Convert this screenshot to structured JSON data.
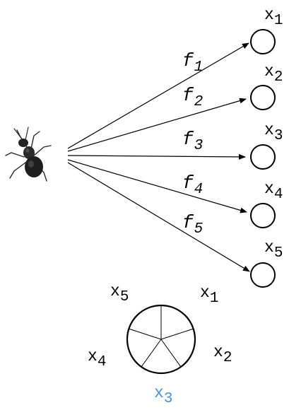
{
  "ant": {
    "icon": "ant-icon"
  },
  "edges": [
    {
      "f_letter": "f",
      "f_sub": "1",
      "x_letter": "x",
      "x_sub": "1"
    },
    {
      "f_letter": "f",
      "f_sub": "2",
      "x_letter": "x",
      "x_sub": "2"
    },
    {
      "f_letter": "f",
      "f_sub": "3",
      "x_letter": "x",
      "x_sub": "3"
    },
    {
      "f_letter": "f",
      "f_sub": "4",
      "x_letter": "x",
      "x_sub": "4"
    },
    {
      "f_letter": "f",
      "f_sub": "5",
      "x_letter": "x",
      "x_sub": "5"
    }
  ],
  "pie": {
    "labels": [
      {
        "letter": "x",
        "sub": "5"
      },
      {
        "letter": "x",
        "sub": "1"
      },
      {
        "letter": "x",
        "sub": "2"
      },
      {
        "letter": "x",
        "sub": "4"
      },
      {
        "letter": "x",
        "sub": "3"
      }
    ],
    "highlight_color": "#4a90e2"
  },
  "colors": {
    "stroke": "#000000",
    "background": "#ffffff"
  }
}
